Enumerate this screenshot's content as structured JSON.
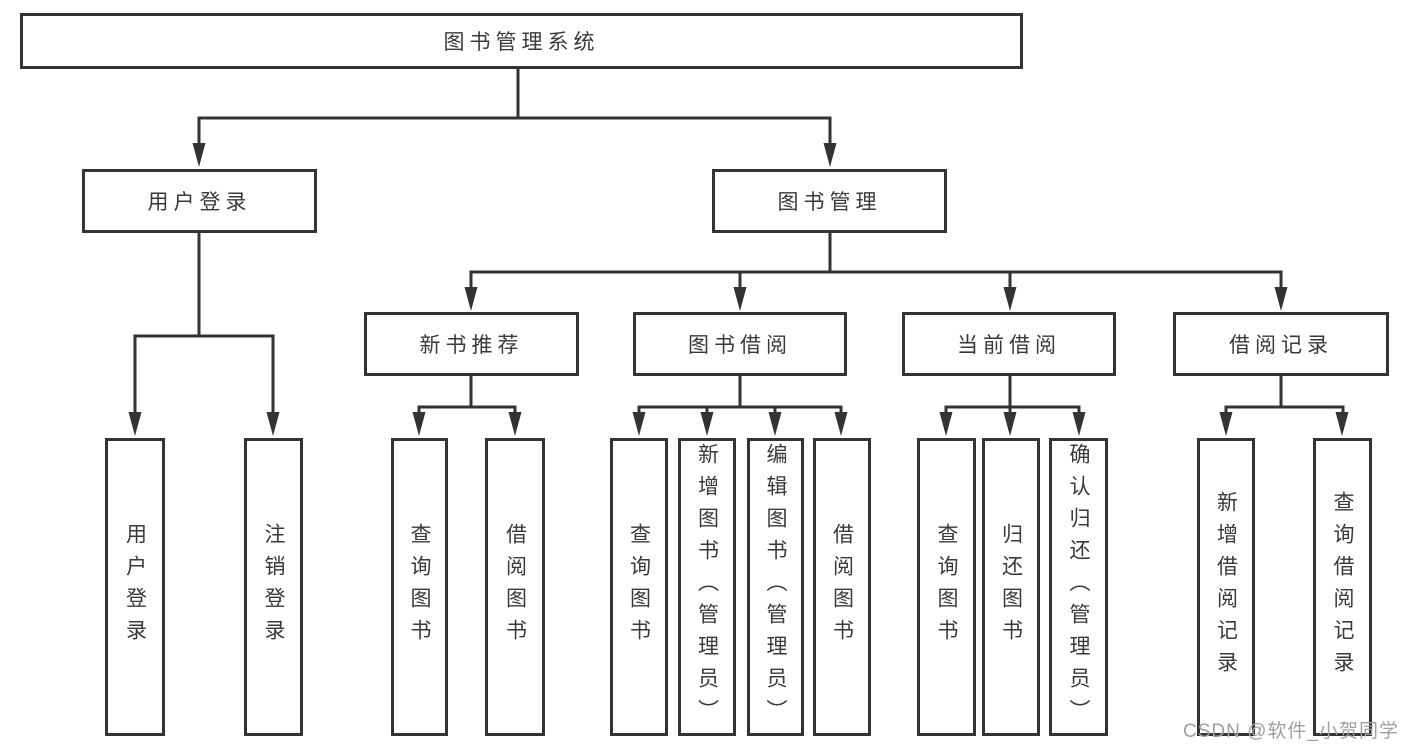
{
  "tree": {
    "root": {
      "label": "图书管理系统",
      "children": [
        {
          "label": "用户登录",
          "children": [
            {
              "label": "用户登录"
            },
            {
              "label": "注销登录"
            }
          ]
        },
        {
          "label": "图书管理",
          "children": [
            {
              "label": "新书推荐",
              "children": [
                {
                  "label": "查询图书"
                },
                {
                  "label": "借阅图书"
                }
              ]
            },
            {
              "label": "图书借阅",
              "children": [
                {
                  "label": "查询图书"
                },
                {
                  "label": "新增图书（管理员）"
                },
                {
                  "label": "编辑图书（管理员）"
                },
                {
                  "label": "借阅图书"
                }
              ]
            },
            {
              "label": "当前借阅",
              "children": [
                {
                  "label": "查询图书"
                },
                {
                  "label": "归还图书"
                },
                {
                  "label": "确认归还（管理员）"
                }
              ]
            },
            {
              "label": "借阅记录",
              "children": [
                {
                  "label": "新增借阅记录"
                },
                {
                  "label": "查询借阅记录"
                }
              ]
            }
          ]
        }
      ]
    }
  },
  "watermark": {
    "text": "CSDN @软件_小贺同学"
  },
  "colors": {
    "line": "#333333",
    "box_border": "#333333",
    "text": "#3a3a3a",
    "watermark": "#a0a0a0",
    "background": "#ffffff"
  }
}
